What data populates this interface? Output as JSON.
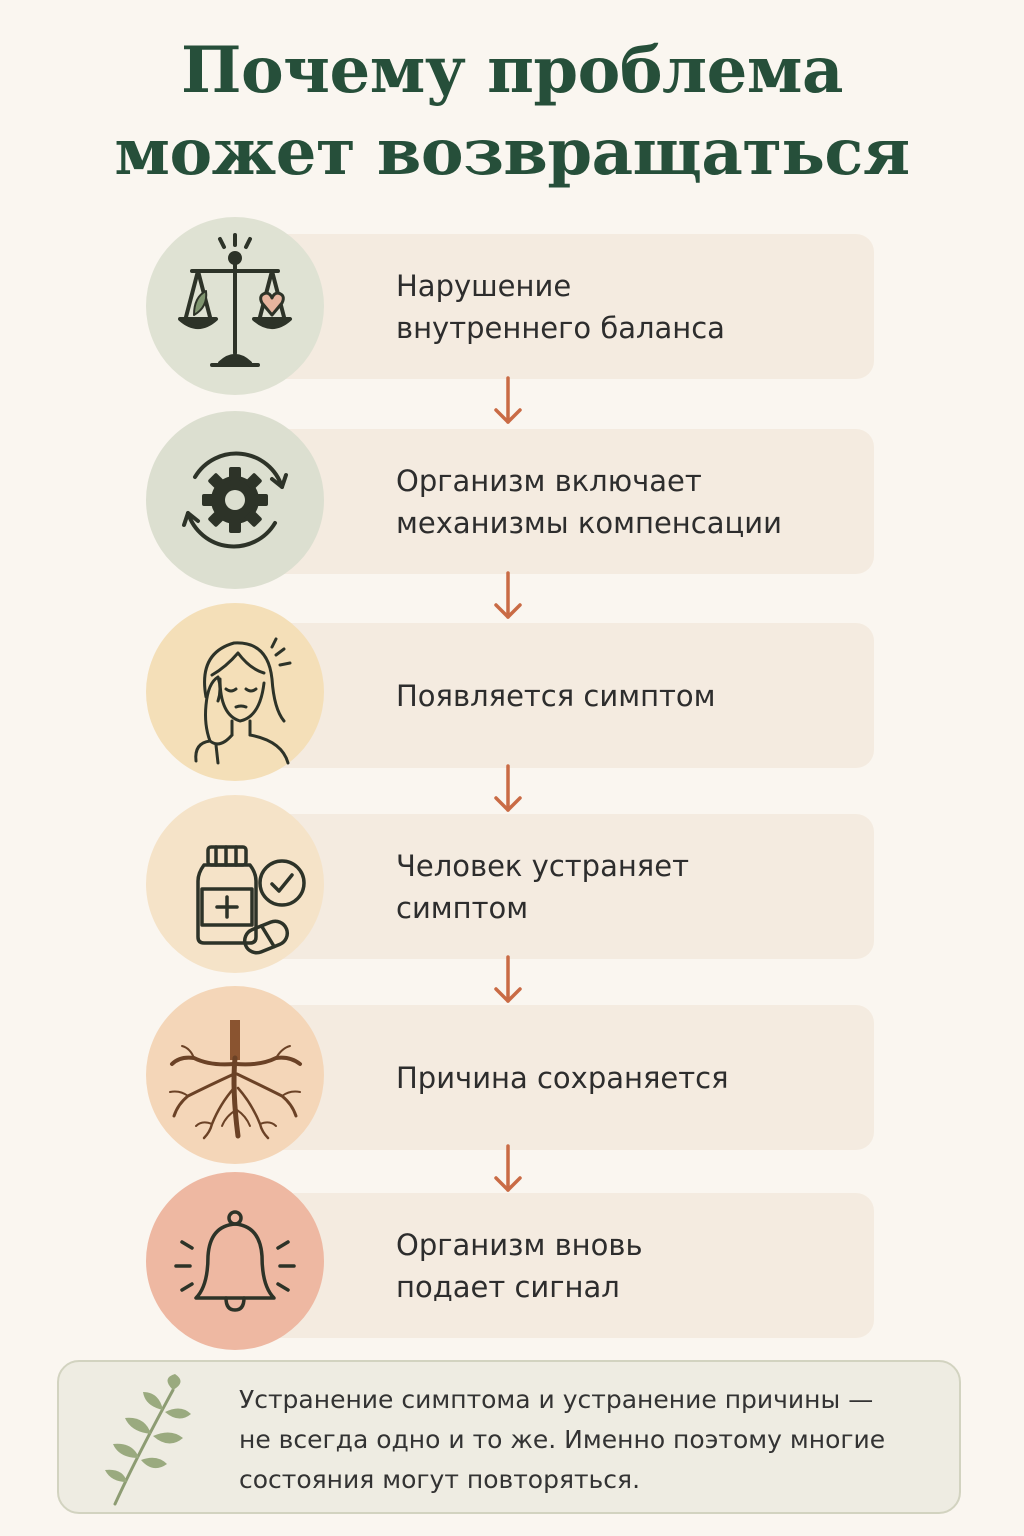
{
  "title": {
    "line1": "Почему проблема",
    "line2": "может возвращаться"
  },
  "steps": [
    {
      "line1": "Нарушение",
      "line2": "внутреннего баланса",
      "icon": "balance-scale-icon",
      "color": "#dfe2d3"
    },
    {
      "line1": "Организм включает",
      "line2": "механизмы компенсации",
      "icon": "gear-cycle-icon",
      "color": "#dcdfd0"
    },
    {
      "line1": "Появляется симптом",
      "line2": "",
      "icon": "headache-person-icon",
      "color": "#f4dfb8"
    },
    {
      "line1": "Человек устраняет",
      "line2": "симптом",
      "icon": "medicine-bottle-icon",
      "color": "#f5e3c8"
    },
    {
      "line1": "Причина сохраняется",
      "line2": "",
      "icon": "roots-icon",
      "color": "#f4d6b8"
    },
    {
      "line1": "Организм вновь",
      "line2": "подает сигнал",
      "icon": "bell-icon",
      "color": "#eeb8a2"
    }
  ],
  "note": {
    "line1": "Устранение симптома и устранение причины —",
    "line2": "не всегда одно и то же. Именно поэтому многие",
    "line3": "состояния могут повторяться.",
    "icon": "leaf-sprig-icon"
  },
  "colors": {
    "title": "#264f3a",
    "arrow": "#c96b45",
    "card": "#f4ebe0",
    "icon_stroke": "#2d3328"
  }
}
